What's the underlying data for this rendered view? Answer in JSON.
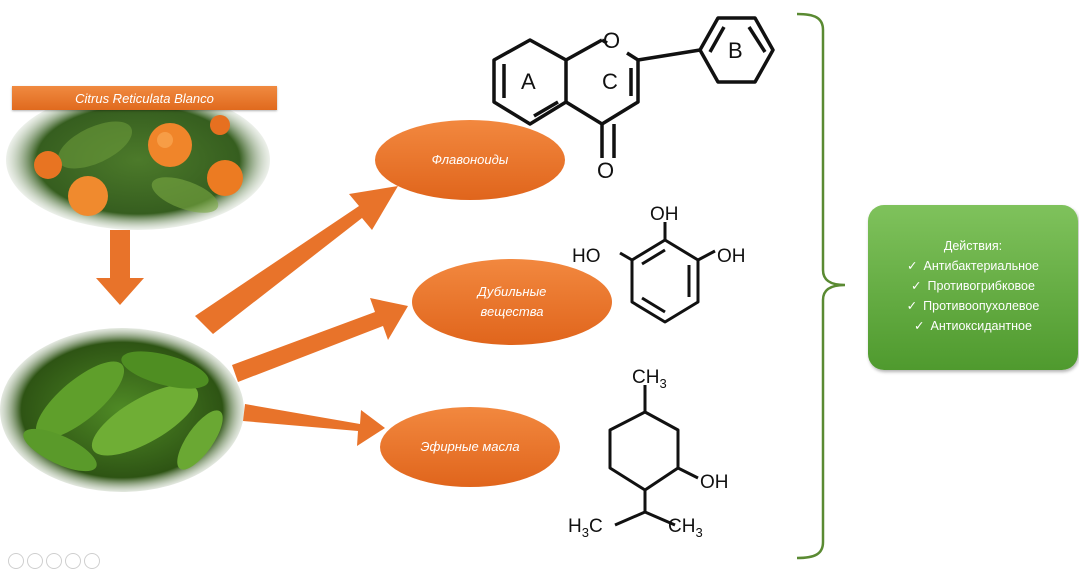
{
  "source": {
    "title": "Citrus Reticulata Blanco"
  },
  "classes": [
    {
      "label": "Флавоноиды"
    },
    {
      "label_line1": "Дубильные",
      "label_line2": "вещества"
    },
    {
      "label": "Эфирные масла"
    }
  ],
  "flavone": {
    "ring_a": "A",
    "ring_b": "B",
    "ring_c": "C",
    "oxygen": "O"
  },
  "pyrogallol": {
    "oh_top": "OH",
    "oh_left": "HO",
    "oh_right": "OH"
  },
  "menthol": {
    "ch3_top": "CH",
    "oh": "OH",
    "h3c": "H",
    "ch3_bottom": "CH",
    "sub3": "3"
  },
  "actions": {
    "header": "Действия:",
    "check": "✓",
    "items": [
      "Антибактериальное",
      "Противогрибковое",
      "Противоопухолевое",
      "Антиоксидантное"
    ]
  },
  "colors": {
    "accent_orange": "#e8732a",
    "action_green": "#5fa83a"
  }
}
